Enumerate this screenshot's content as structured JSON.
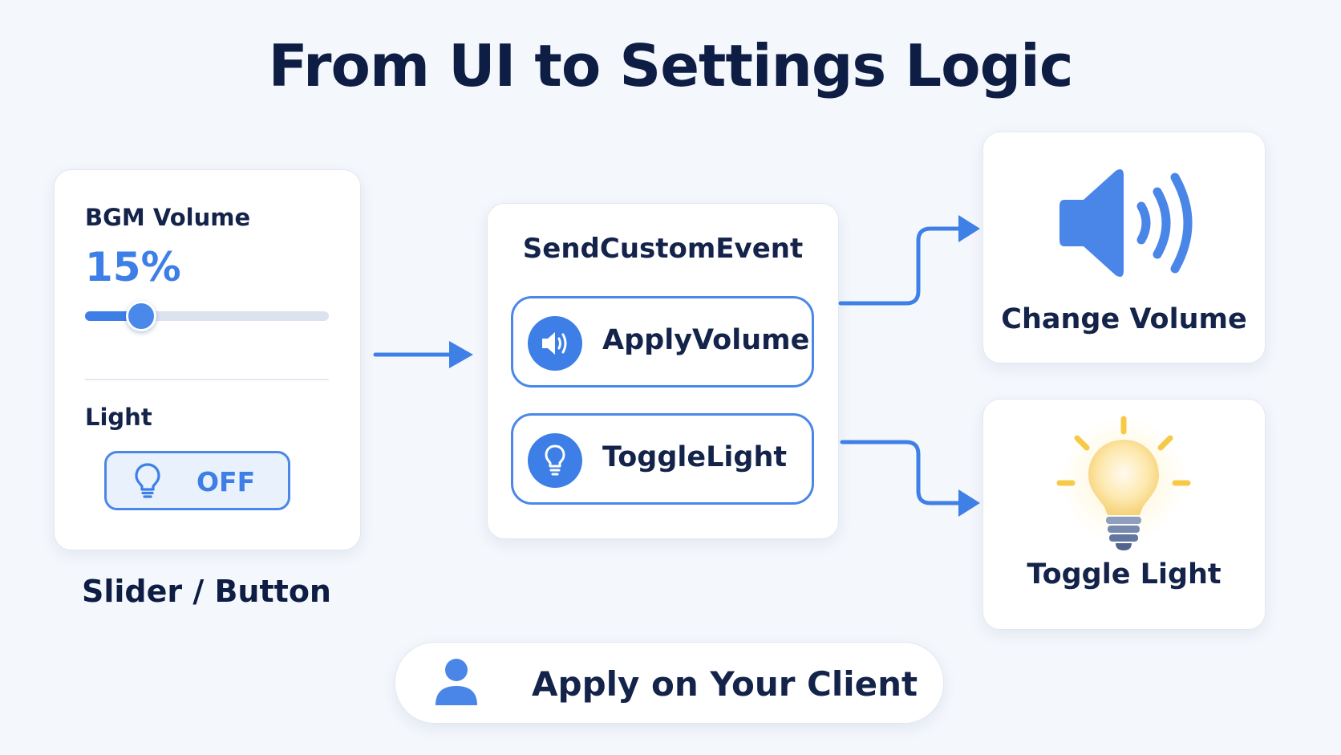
{
  "title": "From UI to Settings Logic",
  "ui_panel": {
    "volume_label": "BGM Volume",
    "volume_value": "15%",
    "volume_fraction": 0.15,
    "light_label": "Light",
    "light_button_label": "OFF",
    "caption": "Slider / Button"
  },
  "event_panel": {
    "heading": "SendCustomEvent",
    "events": [
      {
        "label": "ApplyVolume",
        "icon": "speaker-icon"
      },
      {
        "label": "ToggleLight",
        "icon": "lightbulb-icon"
      }
    ]
  },
  "outputs": {
    "volume": {
      "label": "Change Volume",
      "icon": "speaker-icon"
    },
    "light": {
      "label": "Toggle Light",
      "icon": "lightbulb-icon"
    }
  },
  "client": {
    "label": "Apply on Your Client",
    "icon": "user-icon"
  },
  "colors": {
    "accent": "#3d7fe6",
    "text": "#0e1d44",
    "bulb_glow": "#fbe7a6"
  }
}
